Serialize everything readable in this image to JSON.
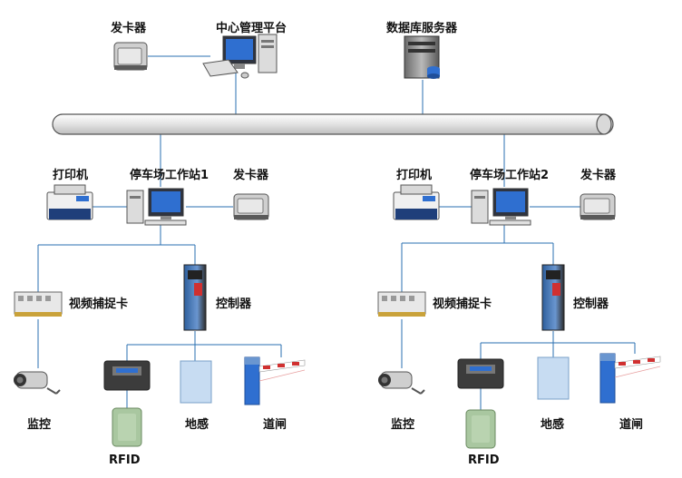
{
  "top": {
    "card_reader": "发卡器",
    "central_platform": "中心管理平台",
    "db_server": "数据库服务器"
  },
  "stations": [
    {
      "printer": "打印机",
      "workstation": "停车场工作站1",
      "card_reader": "发卡器",
      "video_card": "视频捕捉卡",
      "controller": "控制器",
      "monitor": "监控",
      "rfid": "RFID",
      "ground_sensor": "地感",
      "barrier_gate": "道闸"
    },
    {
      "printer": "打印机",
      "workstation": "停车场工作站2",
      "card_reader": "发卡器",
      "video_card": "视频捕捉卡",
      "controller": "控制器",
      "monitor": "监控",
      "rfid": "RFID",
      "ground_sensor": "地感",
      "barrier_gate": "道闸"
    }
  ],
  "colors": {
    "line": "#2a6fb0",
    "bus_fill": "#e6e6e6",
    "bus_stroke": "#555555",
    "device_dark": "#3c3c3c",
    "screen_blue": "#2f6fd0",
    "sensor_blue": "#c7dcf2",
    "rfid_green": "#a9c7a0",
    "barrier_red": "#d03030"
  }
}
